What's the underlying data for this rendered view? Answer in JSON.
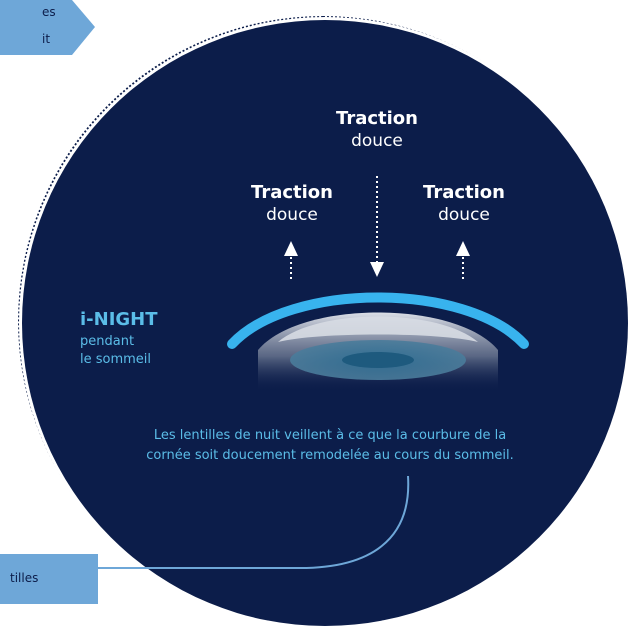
{
  "callouts": {
    "top_line1": "es",
    "top_line2": "it",
    "bottom": "tilles"
  },
  "forces": {
    "center": {
      "title": "Traction",
      "sub": "douce"
    },
    "left": {
      "title": "Traction",
      "sub": "douce"
    },
    "right": {
      "title": "Traction",
      "sub": "douce"
    }
  },
  "lens": {
    "title": "i-NIGHT",
    "sub_line1": "pendant",
    "sub_line2": "le sommeil"
  },
  "caption": {
    "line1": "Les lentilles de nuit veillent à ce que la courbure de la",
    "line2": "cornée soit doucement remodelée au cours du sommeil."
  },
  "colors": {
    "circle": "#0c1d4a",
    "accent": "#5bbde8",
    "callout": "#6ea7d8"
  }
}
